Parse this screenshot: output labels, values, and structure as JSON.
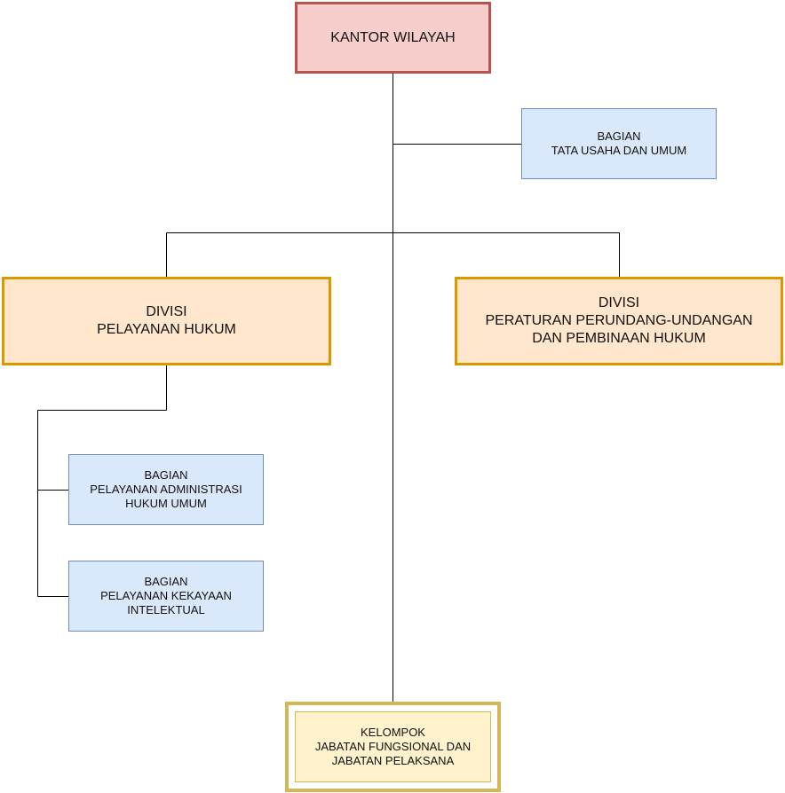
{
  "colors": {
    "red_fill": "#f8cecc",
    "red_border": "#b85450",
    "blue_fill": "#dae8fc",
    "blue_border": "#6c8ebf",
    "orange_fill": "#ffe6cc",
    "orange_border": "#d79b00",
    "yellow_fill": "#fff2cc",
    "yellow_border": "#d6b656",
    "line": "#000000"
  },
  "nodes": {
    "kantor_wilayah": {
      "lines": [
        "KANTOR WILAYAH"
      ]
    },
    "tata_usaha": {
      "lines": [
        "BAGIAN",
        "TATA USAHA DAN UMUM"
      ]
    },
    "divisi_pelayanan": {
      "lines": [
        "DIVISI",
        "PELAYANAN HUKUM"
      ]
    },
    "divisi_peraturan": {
      "lines": [
        "DIVISI",
        "PERATURAN PERUNDANG-UNDANGAN",
        "DAN PEMBINAAN HUKUM"
      ]
    },
    "administrasi": {
      "lines": [
        "BAGIAN",
        "PELAYANAN ADMINISTRASI",
        "HUKUM UMUM"
      ]
    },
    "kekayaan_intelektual": {
      "lines": [
        "BAGIAN",
        "PELAYANAN KEKAYAAN",
        "INTELEKTUAL"
      ]
    },
    "kelompok_jabatan": {
      "lines": [
        "KELOMPOK",
        "JABATAN FUNGSIONAL DAN",
        "JABATAN PELAKSANA"
      ]
    }
  }
}
